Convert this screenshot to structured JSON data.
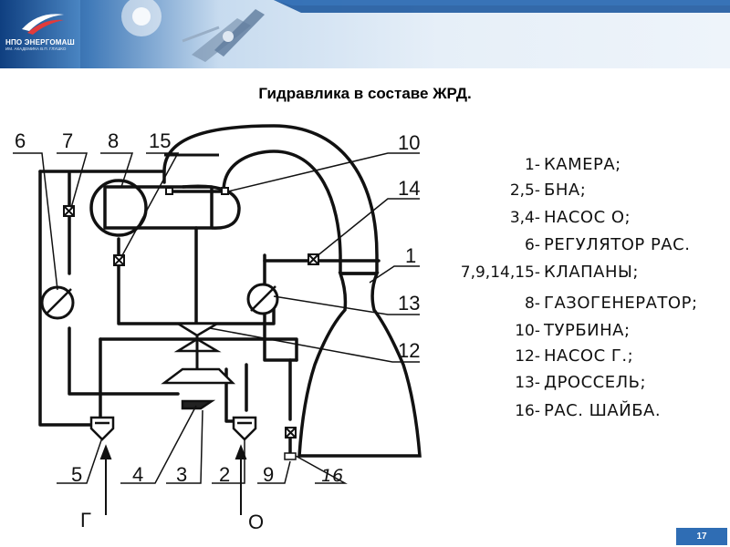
{
  "header": {
    "company": "НПО ЭНЕРГОМАШ",
    "company_sub": "ИМ. АКАДЕМИКА В.П. ГЛУШКО"
  },
  "title": "Гидравлика в составе ЖРД.",
  "diagram": {
    "top_labels": [
      "6",
      "7",
      "8",
      "15",
      "10",
      "14",
      "1",
      "13",
      "12"
    ],
    "bottom_labels": [
      "5",
      "4",
      "3",
      "2",
      "9",
      "16"
    ],
    "inlet_labels": [
      "Г",
      "О"
    ]
  },
  "legend": [
    {
      "num": "1-",
      "text": "КАМЕРА;"
    },
    {
      "num": "2,5-",
      "text": "БНА;"
    },
    {
      "num": "3,4-",
      "text": "НАСОС О;"
    },
    {
      "num": "6-",
      "text": "РЕГУЛЯТОР РАС."
    },
    {
      "num": "7,9,14,15-",
      "text": "КЛАПАНЫ;"
    },
    {
      "num": "8-",
      "text": "ГАЗОГЕНЕРАТОР;"
    },
    {
      "num": "10-",
      "text": "ТУРБИНА;"
    },
    {
      "num": "12-",
      "text": "НАСОС Г.;"
    },
    {
      "num": "13-",
      "text": "ДРОССЕЛЬ;"
    },
    {
      "num": "16-",
      "text": "РАС. ШАЙБА."
    }
  ],
  "page_number": "17",
  "colors": {
    "header_dark": "#0d3b7a",
    "header_light": "#c8dcf0",
    "accent": "#2f6db4"
  }
}
